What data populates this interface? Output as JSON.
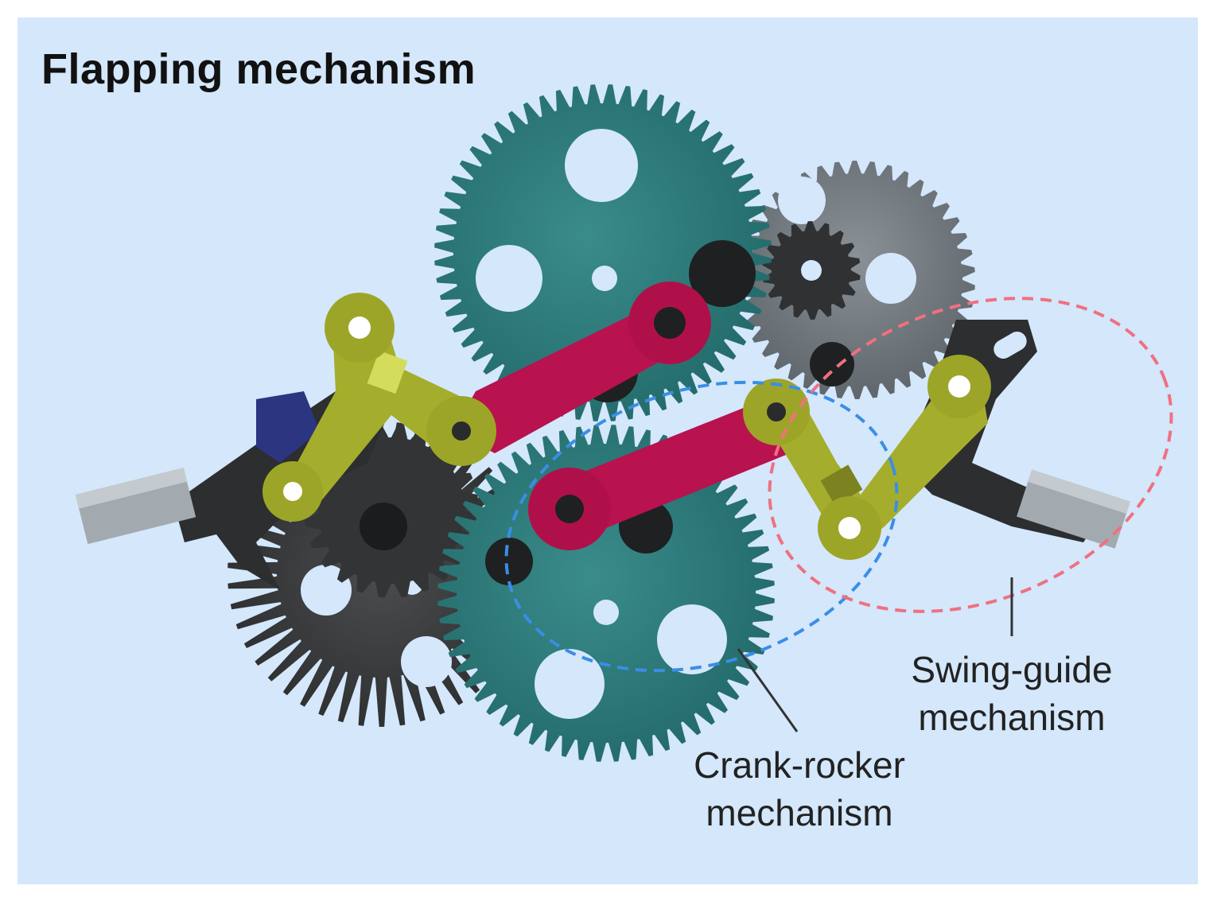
{
  "title": "Flapping mechanism",
  "labels": {
    "swing_guide": {
      "line1": "Swing-guide",
      "line2": "mechanism"
    },
    "crank_rocker": {
      "line1": "Crank-rocker",
      "line2": "mechanism"
    }
  },
  "colors": {
    "background": "#d4e7fb",
    "teal_gear": "#2f7e7e",
    "gray_gear": "#7e858c",
    "dark_gear": "#3a3c3e",
    "frame": "#2c2e2f",
    "crank_link": "#b8124f",
    "rocker_link": "#a5ad2c",
    "wing_spar_tip": "#9ca3a8",
    "swing_guide_outline": "#f07080",
    "crank_rocker_outline": "#3a8ee6"
  }
}
